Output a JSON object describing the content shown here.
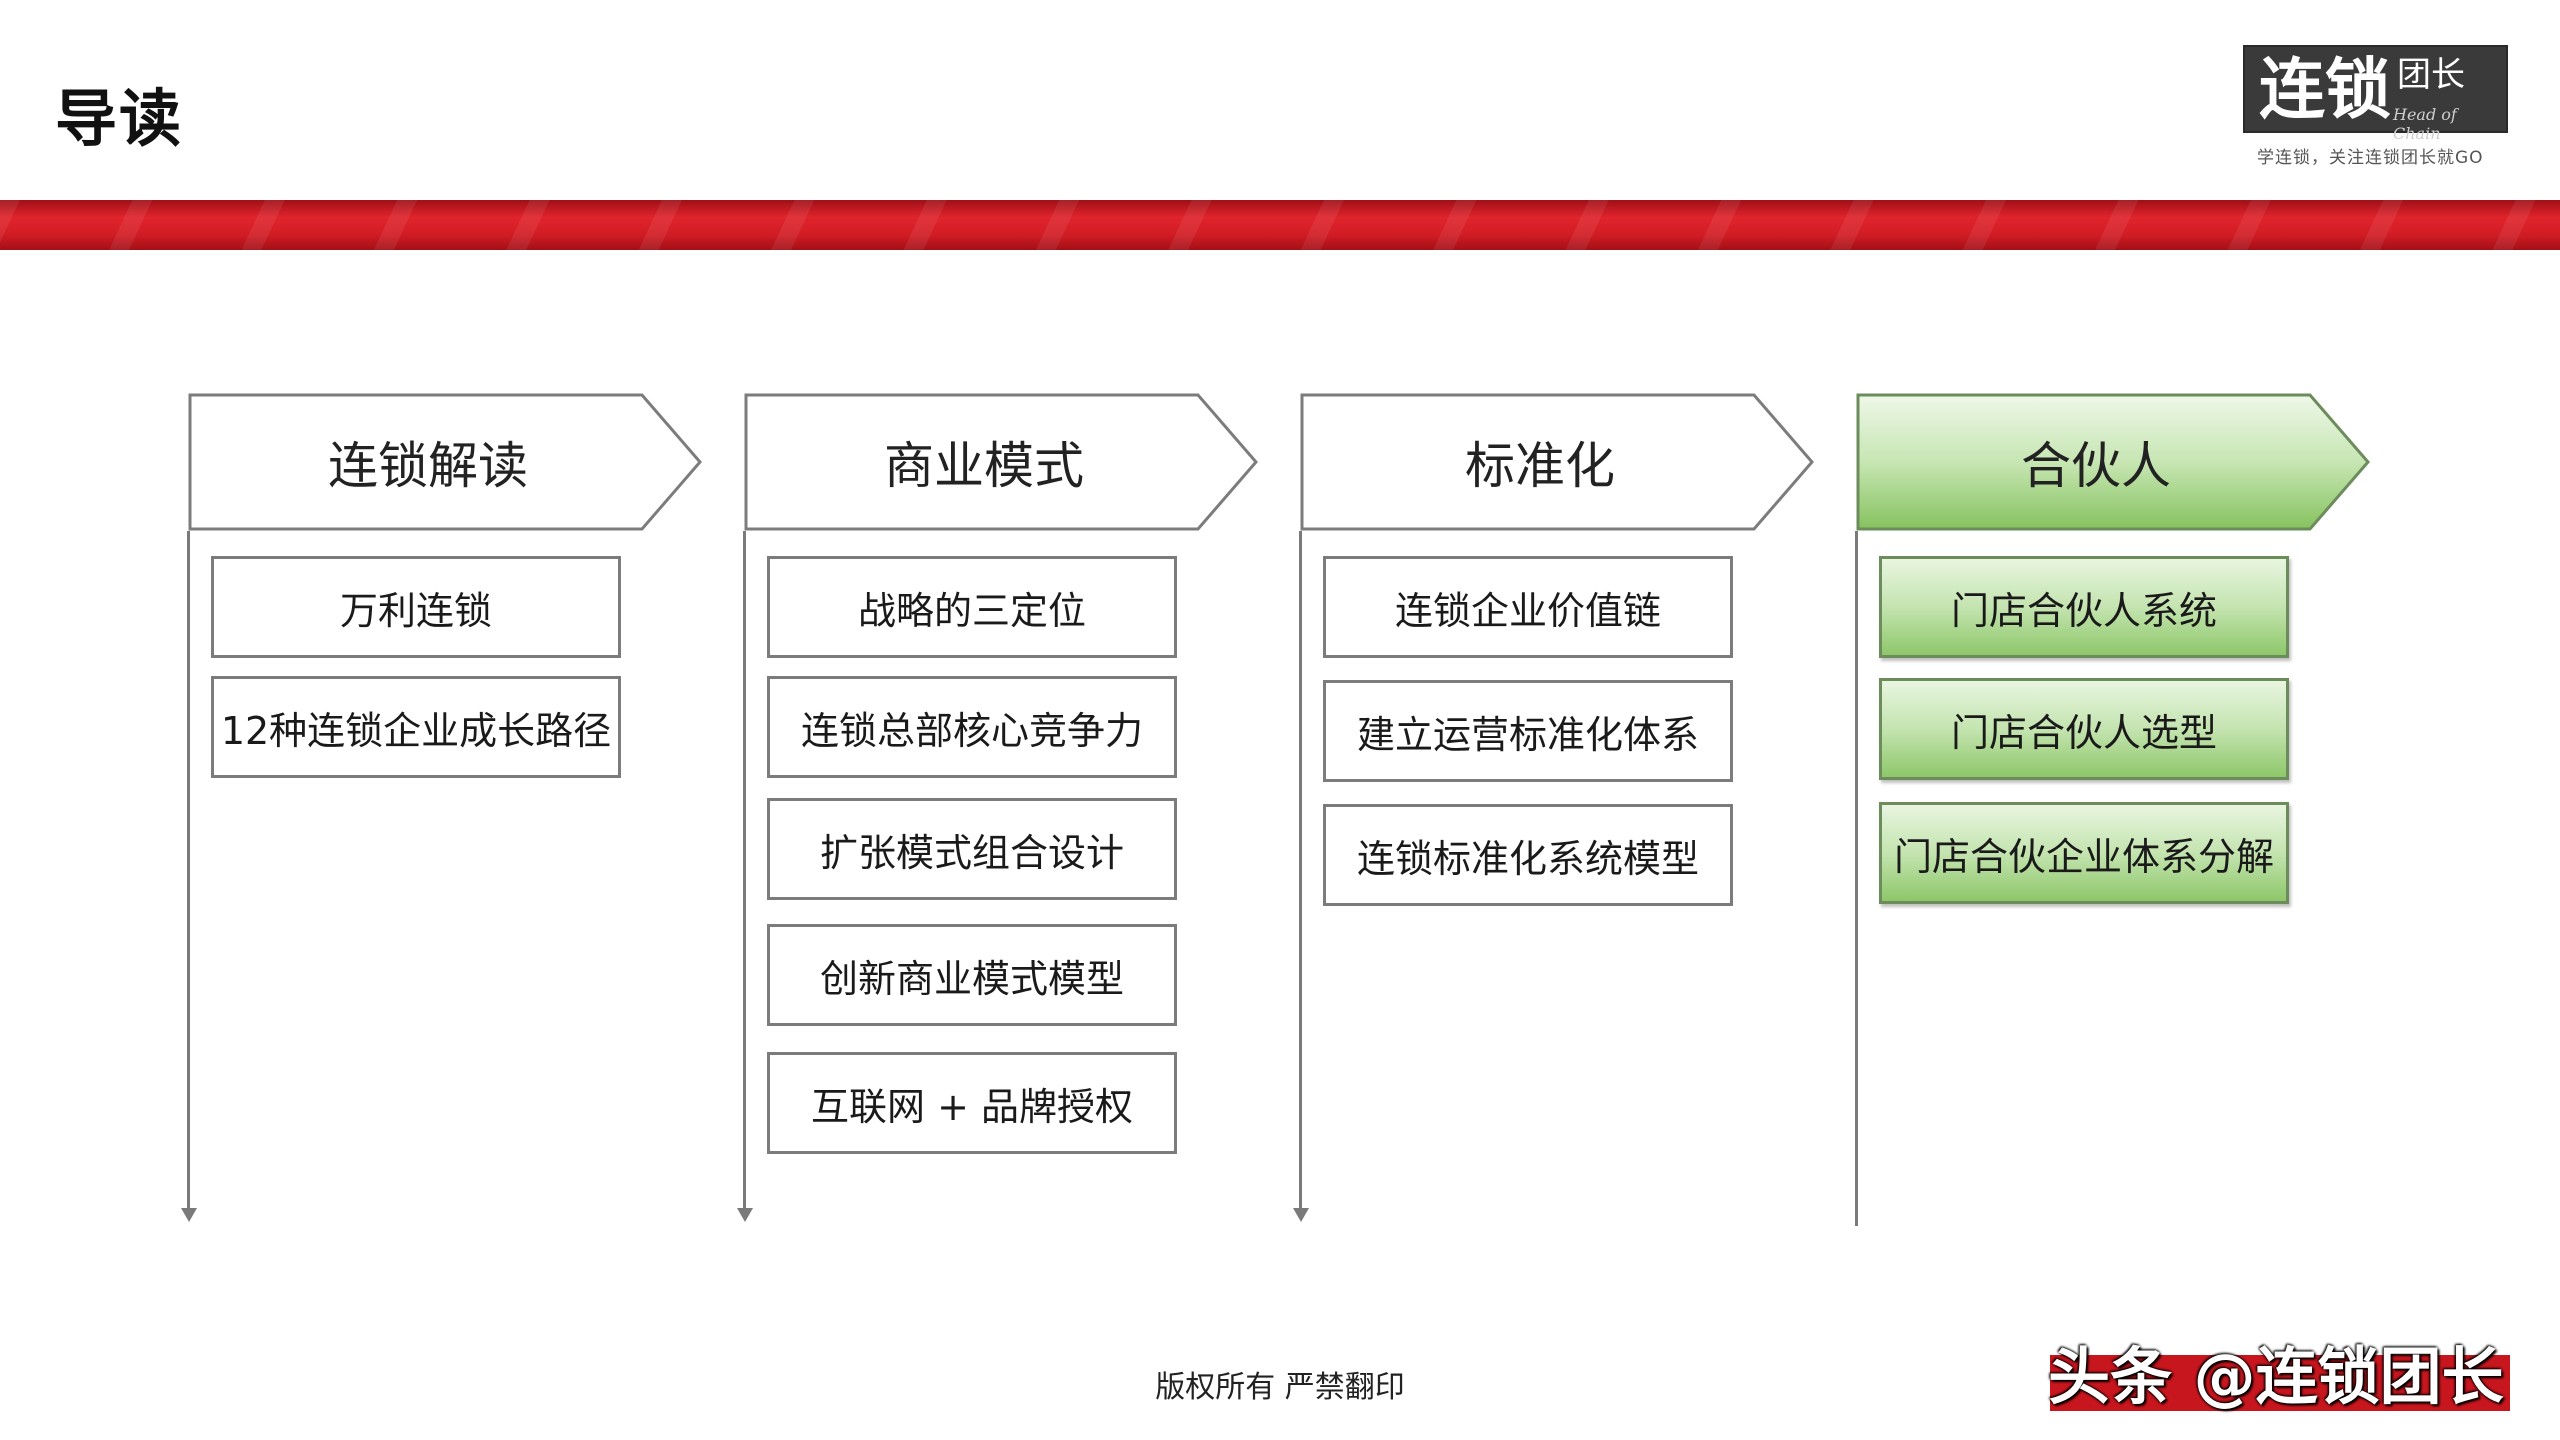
{
  "page": {
    "title": "导读",
    "footer": "版权所有  严禁翻印"
  },
  "logo": {
    "main": "连锁",
    "side": "团长",
    "english": "Head of Chain",
    "slogan": "学连锁，关注连锁团长就GO"
  },
  "watermark": "头条 @连锁团长",
  "colors": {
    "band_red": "#d11c24",
    "header_green": "#8ec76a",
    "outline_gray": "#7c7c7c"
  },
  "columns": [
    {
      "header": "连锁解读",
      "highlight": false,
      "items": [
        "万利连锁",
        "12种连锁企业成长路径"
      ]
    },
    {
      "header": "商业模式",
      "highlight": false,
      "items": [
        "战略的三定位",
        "连锁总部核心竞争力",
        "扩张模式组合设计",
        "创新商业模式模型",
        "互联网 + 品牌授权"
      ]
    },
    {
      "header": "标准化",
      "highlight": false,
      "items": [
        "连锁企业价值链",
        "建立运营标准化体系",
        "连锁标准化系统模型"
      ]
    },
    {
      "header": "合伙人",
      "highlight": true,
      "items": [
        "门店合伙人系统",
        "门店合伙人选型",
        "门店合伙企业体系分解"
      ]
    }
  ]
}
